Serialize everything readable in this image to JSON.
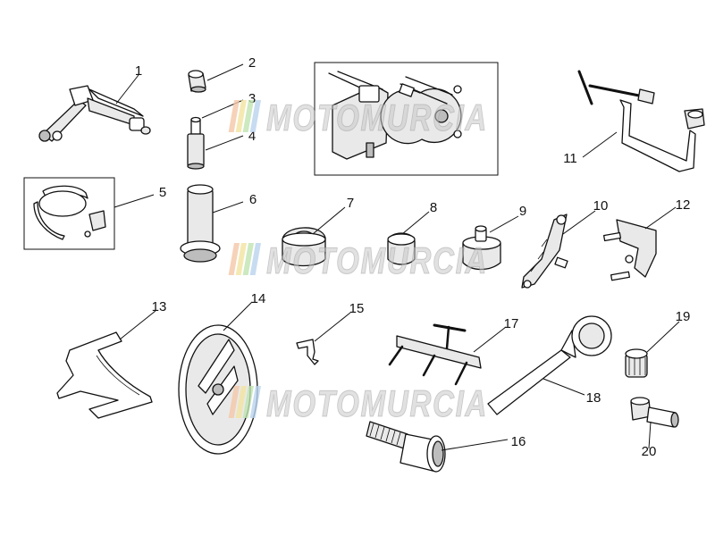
{
  "diagram": {
    "part_numbers": [
      "1",
      "2",
      "3",
      "4",
      "5",
      "6",
      "7",
      "8",
      "9",
      "10",
      "11",
      "12",
      "13",
      "14",
      "15",
      "16",
      "17",
      "18",
      "19",
      "20"
    ]
  },
  "watermark": {
    "text": "MOTOMURCIA",
    "stripe_colors": [
      "#f4c7a8",
      "#f2e3a0",
      "#bfe3b0",
      "#b9d3ee"
    ]
  }
}
